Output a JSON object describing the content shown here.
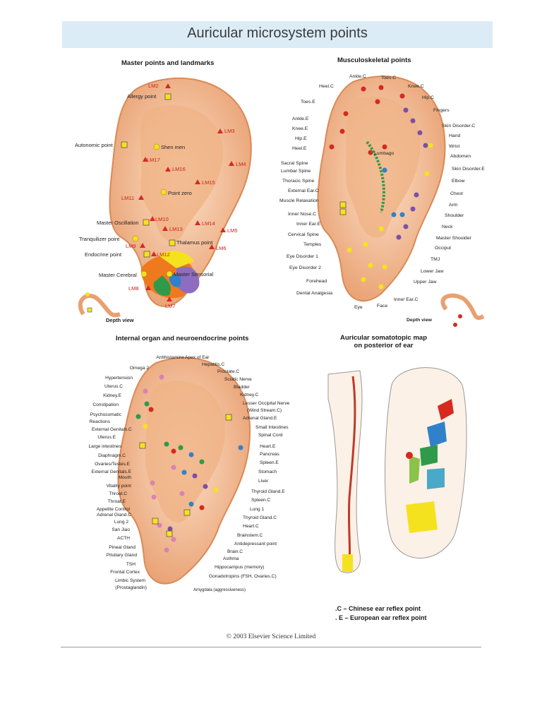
{
  "title": "Auricular microsystem points",
  "panels": {
    "master": {
      "title": "Master points and landmarks",
      "labels": [
        "LM2",
        "Allergy point",
        "LM3",
        "Autonomic point",
        "Shen men",
        "LM17",
        "LM4",
        "LM16",
        "LM15",
        "LM11",
        "Point zero",
        "Master Oscillation",
        "LM10",
        "LM14",
        "LM13",
        "LM5",
        "Tranquilizer point",
        "LM9",
        "Thalamus point",
        "LM6",
        "Endocrine point",
        "LM12",
        "Master Cerebral",
        "Master Sensorial",
        "LM8",
        "LM7",
        "Depth view"
      ]
    },
    "musculo": {
      "title": "Musculoskeletal points",
      "labels": [
        "Ankle.C",
        "Toes.C",
        "Heel.C",
        "Knee.C",
        "Toes.E",
        "Hip.C",
        "Fingers",
        "Ankle.E",
        "Knee.E",
        "Skin Disorder.C",
        "Hip.E",
        "Hand",
        "Heel.E",
        "Wrist",
        "Lumbago",
        "Abdomen",
        "Sacral Spine",
        "Skin Disorder.E",
        "Lumbar Spine",
        "Thoracic Spine",
        "Elbow",
        "External Ear.C",
        "Chest",
        "Muscle Relaxation",
        "Arm",
        "Shoulder",
        "Inner Nose.C",
        "Inner Ear.E",
        "Neck",
        "Cervical Spine",
        "Master Shoulder",
        "Temples",
        "Occiput",
        "Eye Disorder 1",
        "TMJ",
        "Eye Disorder 2",
        "Lower Jaw",
        "Upper Jaw",
        "Forehead",
        "Dental Analgesia",
        "Inner Ear.C",
        "Eye",
        "Face",
        "Depth view"
      ]
    },
    "organ": {
      "title": "Internal organ and neuroendocrine points",
      "labels_left": [
        "Antihistamine",
        "Omega 2",
        "Hypertension",
        "Uterus.C",
        "Kidney.E",
        "Constipation",
        "Psychosomatic",
        "Reactions",
        "External Genitals.C",
        "Uterus.E",
        "Large intestines",
        "Diaphragm.C",
        "Ovaries/Testes.E",
        "External Genitals.E",
        "Mouth",
        "Vitality point",
        "Throat.C",
        "Throat.E",
        "Appetite Control",
        "Adrenal Gland.C",
        "Lung 2",
        "San Jiao",
        "ACTH",
        "Pineal Gland",
        "Pituitary Gland",
        "TSH",
        "Frontal Cortex",
        "Limbic System",
        "(Prostaglandin)"
      ],
      "labels_right": [
        "Apex of Ear",
        "Hepatitis.C",
        "Prostate.C",
        "Sciatic Nerve",
        "Bladder",
        "Kidney.C",
        "Lesser Occipital Nerve",
        "(Wind Stream.C)",
        "Adrenal Gland.E",
        "Small Intestines",
        "Spinal Cord",
        "Heart.E",
        "Pancreas",
        "Spleen.E",
        "Stomach",
        "Liver",
        "Thyroid Gland.E",
        "Spleen.C",
        "Lung 1",
        "Thyroid Gland.C",
        "Heart.C",
        "Brainstem.C",
        "Antidepressant point",
        "Brain.C",
        "Asthma",
        "Hippocampus (memory)",
        "Gonadotropins (FSH, Ovaries.C)",
        "Amygdala (aggressiveness)"
      ]
    },
    "somato": {
      "title_line1": "Auricular somatotopic map",
      "title_line2": "on posterior of ear"
    }
  },
  "legend": [
    ".C – Chinese ear reflex point",
    ". E – European ear reflex point"
  ],
  "copyright": "© 2003 Elsevier Science Limited",
  "colors": {
    "ear_fill": "#f6c9a3",
    "ear_dark": "#e79b6a",
    "red": "#d62a1f",
    "yellow": "#f5e21f",
    "blue": "#2f82c9",
    "purple": "#7b4fa8",
    "green": "#2f9a4a",
    "banner": "#dcecf6"
  }
}
